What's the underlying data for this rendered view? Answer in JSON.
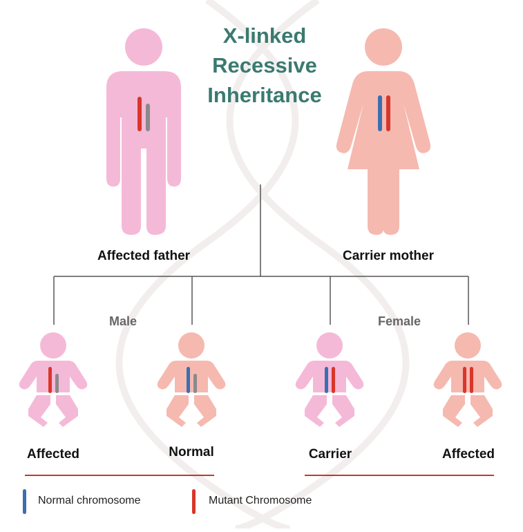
{
  "title": {
    "lines": [
      "X-linked",
      "Recessive",
      "Inheritance"
    ]
  },
  "parents": {
    "father": {
      "label": "Affected father"
    },
    "mother": {
      "label": "Carrier mother"
    }
  },
  "groups": {
    "male": "Male",
    "female": "Female"
  },
  "children": [
    {
      "label": "Affected",
      "sex": "male",
      "chromosomes": [
        "mutant",
        "y"
      ]
    },
    {
      "label": "Normal",
      "sex": "male",
      "chromosomes": [
        "normal",
        "y"
      ]
    },
    {
      "label": "Carrier",
      "sex": "female",
      "chromosomes": [
        "normal",
        "mutant"
      ]
    },
    {
      "label": "Affected",
      "sex": "female",
      "chromosomes": [
        "mutant",
        "mutant"
      ]
    }
  ],
  "legend": {
    "normal": "Normal chromosome",
    "mutant": "Mutant Chromosome"
  },
  "colors": {
    "title": "#3a7a70",
    "male_body": "#f5b9d8",
    "female_body": "#f5b9b0",
    "normal_chromosome": "#3a6fb0",
    "mutant_chromosome": "#d9362b",
    "y_chromosome": "#8a8a8a",
    "line": "#555555",
    "underline": "#c0392b",
    "group_label": "#666666",
    "dna_watermark": "#f3eeee"
  }
}
